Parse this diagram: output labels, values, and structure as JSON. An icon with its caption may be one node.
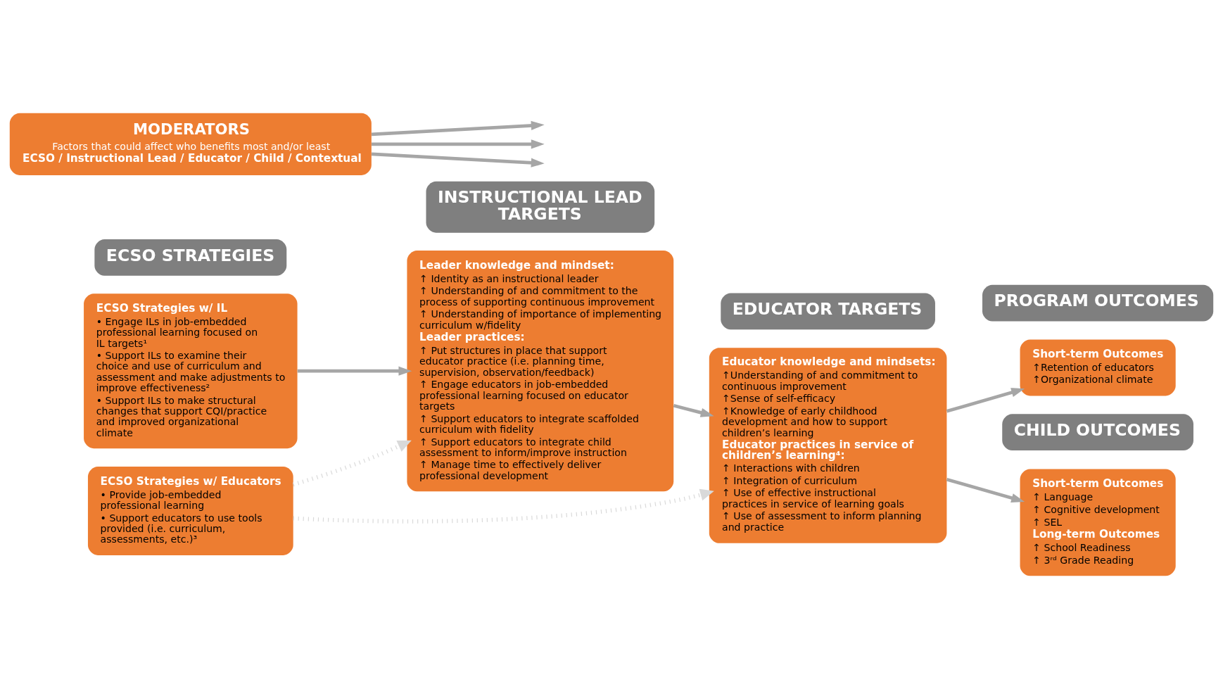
{
  "diagram": {
    "nodes": [
      {
        "text": [
          "ECSO STRATEGIES"
        ]
      },
      {
        "text": [
          "INSTRUCTIONAL LEAD TARGETS"
        ]
      },
      {
        "text": [
          "EDUCATOR TARGETS"
        ]
      },
      {
        "text": [
          "PROGRAM OUTCOMES"
        ]
      },
      {
        "text": [
          "ECSO Strategies w/ IL",
          "• Engage ILs in job-embedded professional learning focused on IL targets¹",
          "• Support ILs to examine their choice and use of curriculum and assessment and make adjustments to improve effectiveness²",
          "• Support ILs to make structural changes that support CQI/practice and improved organizational climate"
        ]
      },
      {
        "text": [
          "ECSO Strategies w/ Educators",
          "• Provide job-embedded professional learning",
          "• Support educators to use tools provided (i.e. curriculum, assessments, etc.)³"
        ]
      },
      {
        "text": [
          "Leader knowledge and mindset:",
          "↑ Identity as an instructional leader",
          "↑ Understanding of and commitment to the process of supporting continuous improvement",
          "↑ Understanding of importance of implementing curriculum w/fidelity",
          "Leader practices:",
          "↑ Put structures in place that support educator practice (i.e. planning time, supervision, observation/feedback)",
          "↑ Engage educators in job-embedded professional learning focused on educator targets",
          "↑ Support educators to integrate scaffolded curriculum with fidelity",
          "↑ Support educators to integrate child assessment to inform/improve instruction",
          "↑ Manage time to effectively deliver professional development"
        ]
      },
      {
        "text": [
          "Educator knowledge and mindsets:",
          "↑Understanding of and commitment to continuous improvement",
          "↑Sense of self-efficacy",
          "↑Knowledge of early childhood development and how to support children’s learning",
          "Educator practices in service of children’s learning⁴:",
          "↑ Interactions with children",
          "↑ Integration of curriculum",
          "↑ Use of effective instructional practices in service of learning goals",
          "↑ Use of assessment to inform planning and practice"
        ]
      },
      {
        "text": [
          "Short-term Outcomes",
          "↑Retention of educators",
          "↑Organizational climate"
        ]
      },
      {
        "text": [
          "CHILD OUTCOMES"
        ]
      },
      {
        "text": [
          "Short-term Outcomes",
          "↑ Language",
          "↑ Cognitive development",
          "↑ SEL",
          "Long-term Outcomes",
          "↑ School Readiness",
          "↑ 3ʳᵈ Grade Reading"
        ]
      },
      {
        "text": [
          "MODERATORS",
          "Factors that could affect who benefits most and/or least",
          "ECSO / Instructional Lead / Educator / Child / Contextual"
        ]
      }
    ],
    "edges": [
      {
        "from": 4,
        "to": 6,
        "arrow": "to"
      },
      {
        "from": 6,
        "to": 7,
        "arrow": "to"
      },
      {
        "from": 7,
        "to": 8,
        "arrow": "to"
      },
      {
        "from": 7,
        "to": 10,
        "arrow": "to"
      },
      {
        "from": 5,
        "to": 6,
        "arrow": "to",
        "style": "dashed",
        "color": "#d9d9d9"
      },
      {
        "from": 5,
        "to": 7,
        "arrow": "to",
        "style": "dashed",
        "color": "#d9d9d9"
      },
      {
        "from": 11,
        "to": null,
        "arrow": "to"
      },
      {
        "from": 11,
        "to": null,
        "arrow": "to"
      },
      {
        "from": 11,
        "to": null,
        "arrow": "to"
      }
    ]
  }
}
